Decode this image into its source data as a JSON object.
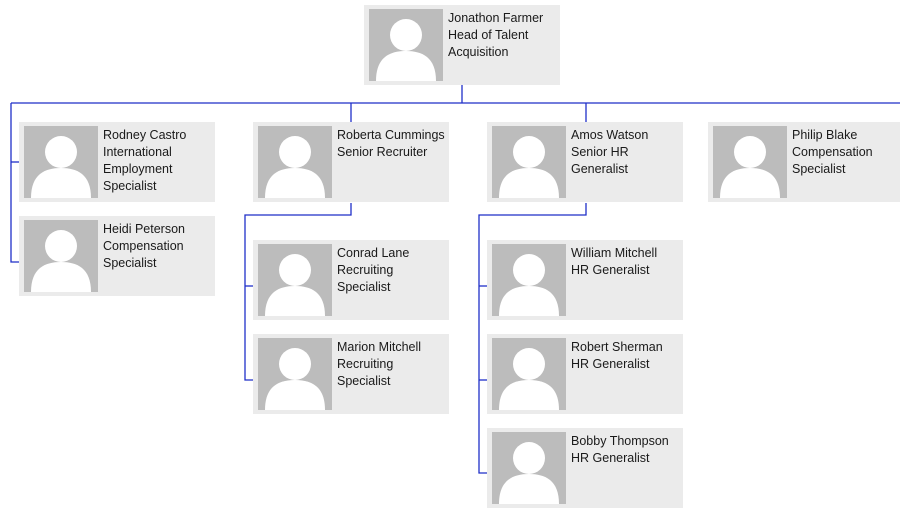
{
  "colors": {
    "connector": "#1f2fc8",
    "card_background": "#ebebeb",
    "photo_background": "#bcbcbc",
    "avatar": "#ffffff"
  },
  "avatar_icon": "default-person-silhouette",
  "org_chart": {
    "head": {
      "name": "Jonathon Farmer",
      "title": "Head of Talent Acquisition"
    },
    "rodney": {
      "name": "Rodney Castro",
      "title": "International Employment Specialist"
    },
    "heidi": {
      "name": "Heidi Peterson",
      "title": "Compensation Specialist"
    },
    "roberta": {
      "name": "Roberta Cummings",
      "title": "Senior Recruiter"
    },
    "conrad": {
      "name": "Conrad Lane",
      "title": "Recruiting Specialist"
    },
    "marion": {
      "name": "Marion Mitchell",
      "title": "Recruiting Specialist"
    },
    "amos": {
      "name": "Amos Watson",
      "title": "Senior HR Generalist"
    },
    "william": {
      "name": "William Mitchell",
      "title": "HR Generalist"
    },
    "robert": {
      "name": "Robert Sherman",
      "title": "HR Generalist"
    },
    "bobby": {
      "name": "Bobby Thompson",
      "title": "HR Generalist"
    },
    "philip": {
      "name": "Philip Blake",
      "title": "Compensation Specialist"
    }
  }
}
